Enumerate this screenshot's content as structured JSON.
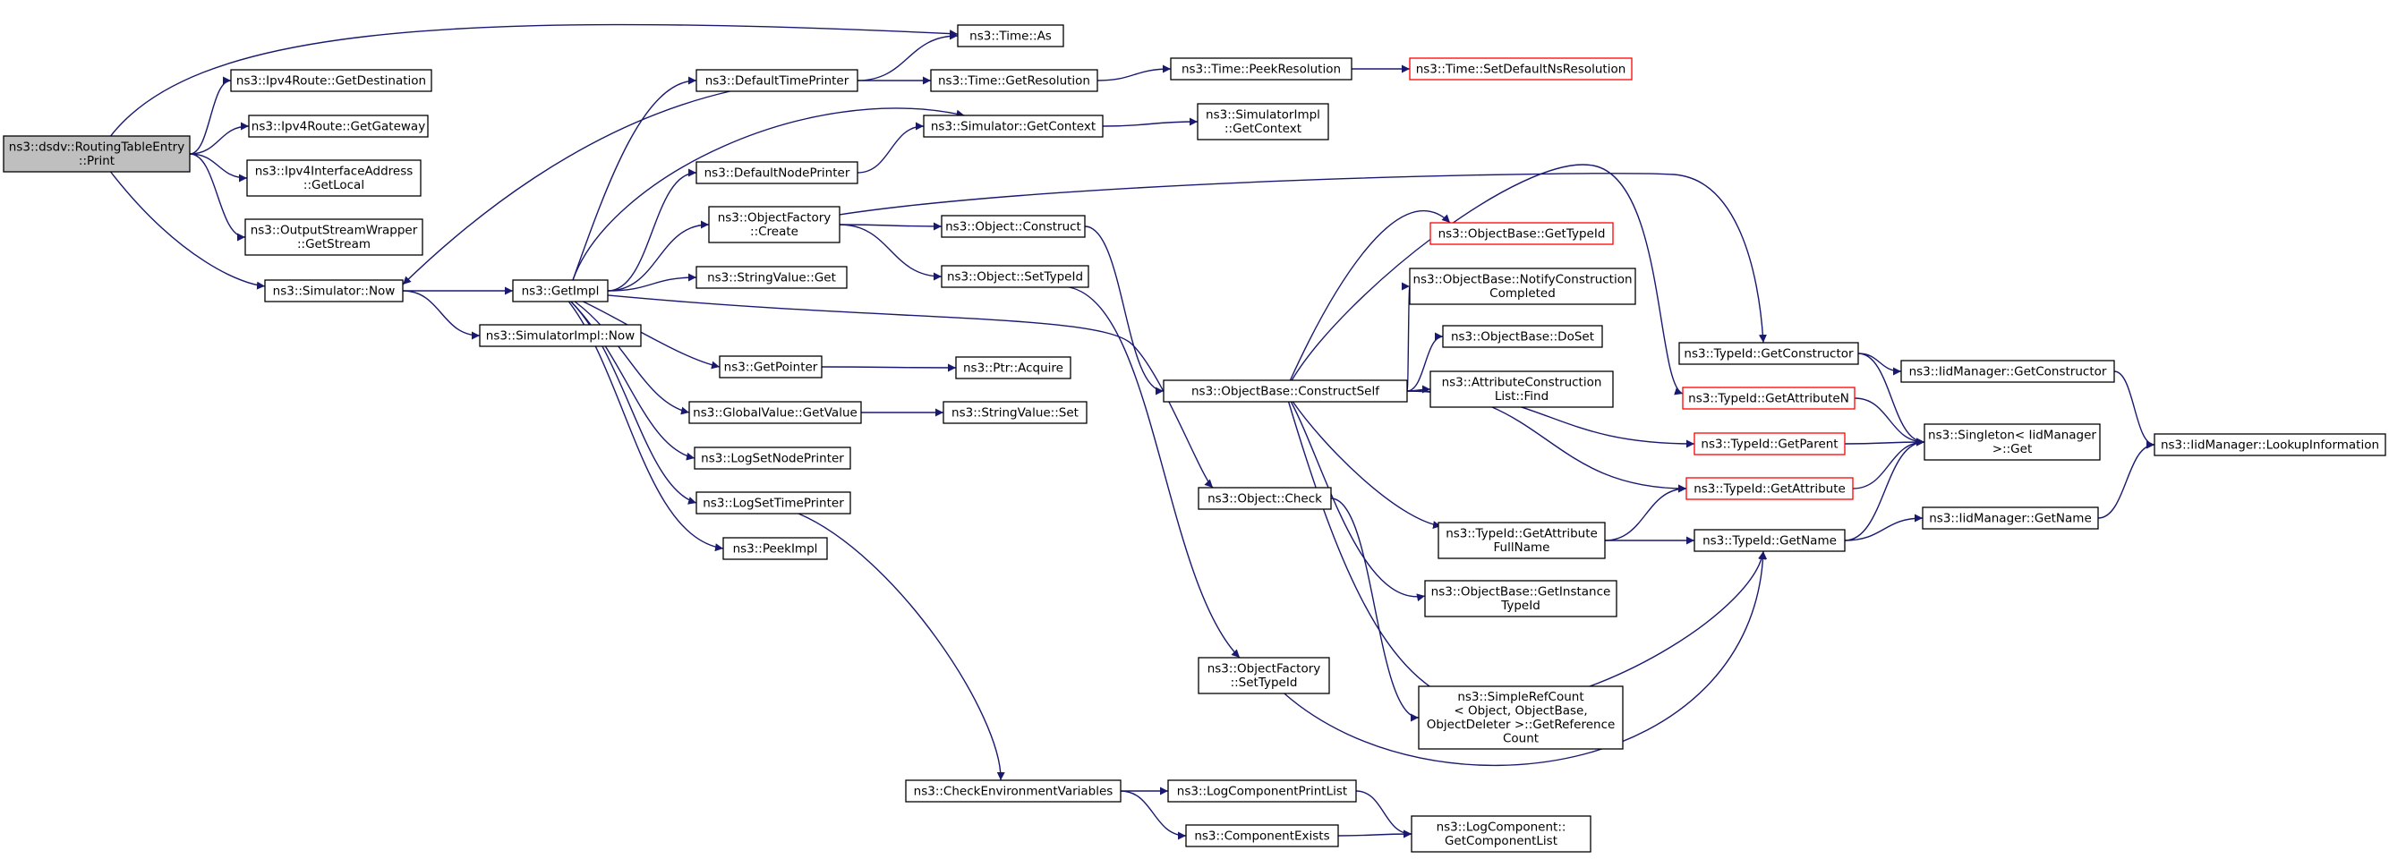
{
  "colors": {
    "edge": "#191970",
    "root_fill": "#bfbfbf",
    "truncated_border": "#ff0000",
    "node_border": "#000000",
    "background": "#ffffff"
  },
  "nodes": {
    "root": [
      "ns3::dsdv::RoutingTableEntry",
      "::Print"
    ],
    "time_as": [
      "ns3::Time::As"
    ],
    "ipv4route_getdestination": [
      "ns3::Ipv4Route::GetDestination"
    ],
    "ipv4route_getgateway": [
      "ns3::Ipv4Route::GetGateway"
    ],
    "ipv4interfaceaddress_getlocal": [
      "ns3::Ipv4InterfaceAddress",
      "::GetLocal"
    ],
    "outputstreamwrapper_getstream": [
      "ns3::OutputStreamWrapper",
      "::GetStream"
    ],
    "simulator_now": [
      "ns3::Simulator::Now"
    ],
    "getimpl": [
      "ns3::GetImpl"
    ],
    "simulatorimpl_now": [
      "ns3::SimulatorImpl::Now"
    ],
    "defaulttimeprinter": [
      "ns3::DefaultTimePrinter"
    ],
    "time_getresolution": [
      "ns3::Time::GetResolution"
    ],
    "time_peekresolution": [
      "ns3::Time::PeekResolution"
    ],
    "time_setdefaultnsresolution": [
      "ns3::Time::SetDefaultNsResolution"
    ],
    "simulator_getcontext": [
      "ns3::Simulator::GetContext"
    ],
    "simulatorimpl_getcontext": [
      "ns3::SimulatorImpl",
      "::GetContext"
    ],
    "defaultnodeprinter": [
      "ns3::DefaultNodePrinter"
    ],
    "objectfactory_create": [
      "ns3::ObjectFactory",
      "::Create"
    ],
    "object_construct": [
      "ns3::Object::Construct"
    ],
    "object_settypeid": [
      "ns3::Object::SetTypeId"
    ],
    "stringvalue_get": [
      "ns3::StringValue::Get"
    ],
    "getpointer": [
      "ns3::GetPointer"
    ],
    "ptr_acquire": [
      "ns3::Ptr::Acquire"
    ],
    "globalvalue_getvalue": [
      "ns3::GlobalValue::GetValue"
    ],
    "stringvalue_set": [
      "ns3::StringValue::Set"
    ],
    "logsetnodeprinter": [
      "ns3::LogSetNodePrinter"
    ],
    "logsettimeprinter": [
      "ns3::LogSetTimePrinter"
    ],
    "peekimpl": [
      "ns3::PeekImpl"
    ],
    "objectbase_gettypeid": [
      "ns3::ObjectBase::GetTypeId"
    ],
    "objectbase_notifyconstructioncompleted": [
      "ns3::ObjectBase::NotifyConstruction",
      "Completed"
    ],
    "objectbase_doset": [
      "ns3::ObjectBase::DoSet"
    ],
    "attributeconstructionlist_find": [
      "ns3::AttributeConstruction",
      "List::Find"
    ],
    "objectbase_constructself": [
      "ns3::ObjectBase::ConstructSelf"
    ],
    "object_check": [
      "ns3::Object::Check"
    ],
    "typeid_getattributefullname": [
      "ns3::TypeId::GetAttribute",
      "FullName"
    ],
    "objectbase_getinstancetypeid": [
      "ns3::ObjectBase::GetInstance",
      "TypeId"
    ],
    "objectfactory_settypeid": [
      "ns3::ObjectFactory",
      "::SetTypeId"
    ],
    "simplerefcount_getreferencecount": [
      "ns3::SimpleRefCount",
      "< Object, ObjectBase,",
      "ObjectDeleter >::GetReference",
      "Count"
    ],
    "typeid_getconstructor": [
      "ns3::TypeId::GetConstructor"
    ],
    "iidmanager_getconstructor": [
      "ns3::IidManager::GetConstructor"
    ],
    "typeid_getattributen": [
      "ns3::TypeId::GetAttributeN"
    ],
    "typeid_getparent": [
      "ns3::TypeId::GetParent"
    ],
    "typeid_getattribute": [
      "ns3::TypeId::GetAttribute"
    ],
    "typeid_getname": [
      "ns3::TypeId::GetName"
    ],
    "singleton_get": [
      "ns3::Singleton< IidManager",
      ">::Get"
    ],
    "iidmanager_getname": [
      "ns3::IidManager::GetName"
    ],
    "iidmanager_lookupinformation": [
      "ns3::IidManager::LookupInformation"
    ],
    "checkenvironmentvariables": [
      "ns3::CheckEnvironmentVariables"
    ],
    "logcomponentprintlist": [
      "ns3::LogComponentPrintList"
    ],
    "componentexists": [
      "ns3::ComponentExists"
    ],
    "logcomponent_getcomponentlist": [
      "ns3::LogComponent::",
      "GetComponentList"
    ]
  },
  "edges": [
    [
      "root",
      "time_as"
    ],
    [
      "root",
      "ipv4route_getdestination"
    ],
    [
      "root",
      "ipv4route_getgateway"
    ],
    [
      "root",
      "ipv4interfaceaddress_getlocal"
    ],
    [
      "root",
      "outputstreamwrapper_getstream"
    ],
    [
      "root",
      "simulator_now"
    ],
    [
      "simulator_now",
      "getimpl"
    ],
    [
      "simulator_now",
      "simulatorimpl_now"
    ],
    [
      "getimpl",
      "defaulttimeprinter"
    ],
    [
      "getimpl",
      "simulator_getcontext"
    ],
    [
      "getimpl",
      "defaultnodeprinter"
    ],
    [
      "getimpl",
      "objectfactory_create"
    ],
    [
      "getimpl",
      "stringvalue_get"
    ],
    [
      "getimpl",
      "object_check"
    ],
    [
      "getimpl",
      "getpointer"
    ],
    [
      "getimpl",
      "globalvalue_getvalue"
    ],
    [
      "getimpl",
      "logsetnodeprinter"
    ],
    [
      "getimpl",
      "logsettimeprinter"
    ],
    [
      "getimpl",
      "peekimpl"
    ],
    [
      "defaulttimeprinter",
      "simulator_now"
    ],
    [
      "defaulttimeprinter",
      "time_as"
    ],
    [
      "defaulttimeprinter",
      "time_getresolution"
    ],
    [
      "time_getresolution",
      "time_peekresolution"
    ],
    [
      "time_peekresolution",
      "time_setdefaultnsresolution"
    ],
    [
      "simulator_getcontext",
      "simulatorimpl_getcontext"
    ],
    [
      "defaultnodeprinter",
      "simulator_getcontext"
    ],
    [
      "objectfactory_create",
      "object_construct"
    ],
    [
      "objectfactory_create",
      "object_settypeid"
    ],
    [
      "objectfactory_create",
      "typeid_getconstructor"
    ],
    [
      "object_construct",
      "objectbase_constructself"
    ],
    [
      "object_settypeid",
      "objectfactory_settypeid"
    ],
    [
      "getpointer",
      "ptr_acquire"
    ],
    [
      "globalvalue_getvalue",
      "stringvalue_set"
    ],
    [
      "logsettimeprinter",
      "checkenvironmentvariables"
    ],
    [
      "objectbase_constructself",
      "objectbase_gettypeid"
    ],
    [
      "objectbase_constructself",
      "objectbase_notifyconstructioncompleted"
    ],
    [
      "objectbase_constructself",
      "objectbase_doset"
    ],
    [
      "objectbase_constructself",
      "attributeconstructionlist_find"
    ],
    [
      "objectbase_constructself",
      "typeid_getattributen"
    ],
    [
      "objectbase_constructself",
      "typeid_getparent"
    ],
    [
      "objectbase_constructself",
      "typeid_getattribute"
    ],
    [
      "objectbase_constructself",
      "typeid_getattributefullname"
    ],
    [
      "objectbase_constructself",
      "objectbase_getinstancetypeid"
    ],
    [
      "objectbase_constructself",
      "typeid_getname"
    ],
    [
      "objectfactory_settypeid",
      "typeid_getname"
    ],
    [
      "object_check",
      "simplerefcount_getreferencecount"
    ],
    [
      "typeid_getattributefullname",
      "typeid_getattribute"
    ],
    [
      "typeid_getattributefullname",
      "typeid_getname"
    ],
    [
      "typeid_getconstructor",
      "iidmanager_getconstructor"
    ],
    [
      "typeid_getconstructor",
      "singleton_get"
    ],
    [
      "typeid_getattributen",
      "singleton_get"
    ],
    [
      "typeid_getparent",
      "singleton_get"
    ],
    [
      "typeid_getattribute",
      "singleton_get"
    ],
    [
      "typeid_getname",
      "singleton_get"
    ],
    [
      "typeid_getname",
      "iidmanager_getname"
    ],
    [
      "iidmanager_getconstructor",
      "iidmanager_lookupinformation"
    ],
    [
      "iidmanager_getname",
      "iidmanager_lookupinformation"
    ],
    [
      "checkenvironmentvariables",
      "logcomponentprintlist"
    ],
    [
      "checkenvironmentvariables",
      "componentexists"
    ],
    [
      "logcomponentprintlist",
      "logcomponent_getcomponentlist"
    ],
    [
      "componentexists",
      "logcomponent_getcomponentlist"
    ]
  ]
}
